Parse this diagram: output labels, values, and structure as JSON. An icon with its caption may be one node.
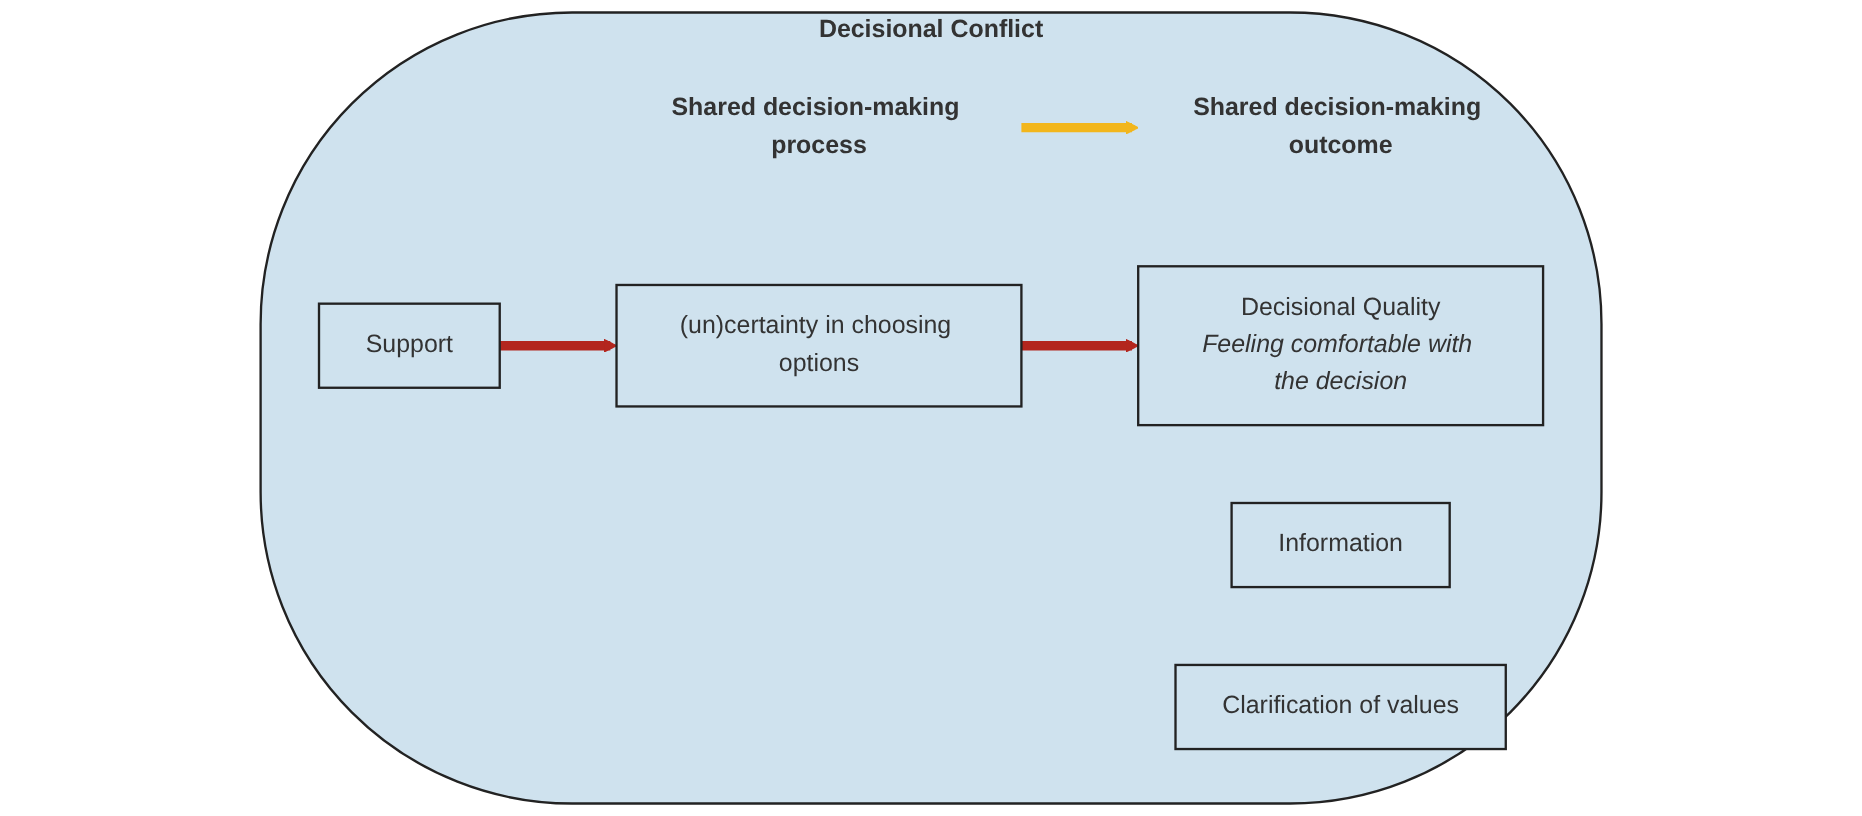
{
  "diagram": {
    "nodes": [
      {
        "text": [
          "Decisional Conflict"
        ]
      },
      {
        "text": [
          "Shared decision-making process"
        ],
        "in": 0
      },
      {
        "text": [
          "Shared decision-making outcome"
        ],
        "in": 0
      },
      {
        "text": [
          "Information"
        ],
        "in": 0
      },
      {
        "text": [
          "Support"
        ],
        "in": 0
      },
      {
        "text": [
          "Clarification of values"
        ],
        "in": 0
      },
      {
        "text": [
          "(un)certainty in choosing options"
        ],
        "in": 0
      },
      {
        "text": [
          "Decisional Quality",
          "Feeling comfortable with the decision"
        ],
        "in": 0
      }
    ],
    "edges": [
      {
        "from": 1,
        "to": 2,
        "arrow": "to",
        "color": "#f2b61c"
      },
      {
        "from": 4,
        "to": 6,
        "arrow": "to",
        "color": "#b3261e"
      },
      {
        "from": 6,
        "to": 7,
        "arrow": "to",
        "color": "#b3261e"
      }
    ]
  }
}
